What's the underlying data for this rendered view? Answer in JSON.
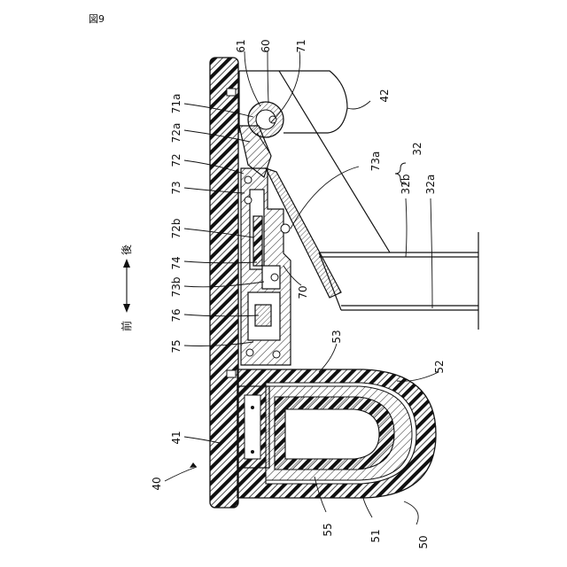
{
  "figure": {
    "title": "図9"
  },
  "direction": {
    "front": "前",
    "back": "後"
  },
  "labels": {
    "l61": "61",
    "l60": "60",
    "l71": "71",
    "l71a": "71a",
    "l72a": "72a",
    "l72": "72",
    "l73": "73",
    "l72b": "72b",
    "l74": "74",
    "l73b": "73b",
    "l76": "76",
    "l75": "75",
    "l42": "42",
    "l32": "32",
    "l73a": "73a",
    "l32b": "32b",
    "l32a": "32a",
    "l70": "70",
    "l53": "53",
    "l52": "52",
    "l41": "41",
    "l40": "40",
    "l55": "55",
    "l51": "51",
    "l50": "50"
  }
}
